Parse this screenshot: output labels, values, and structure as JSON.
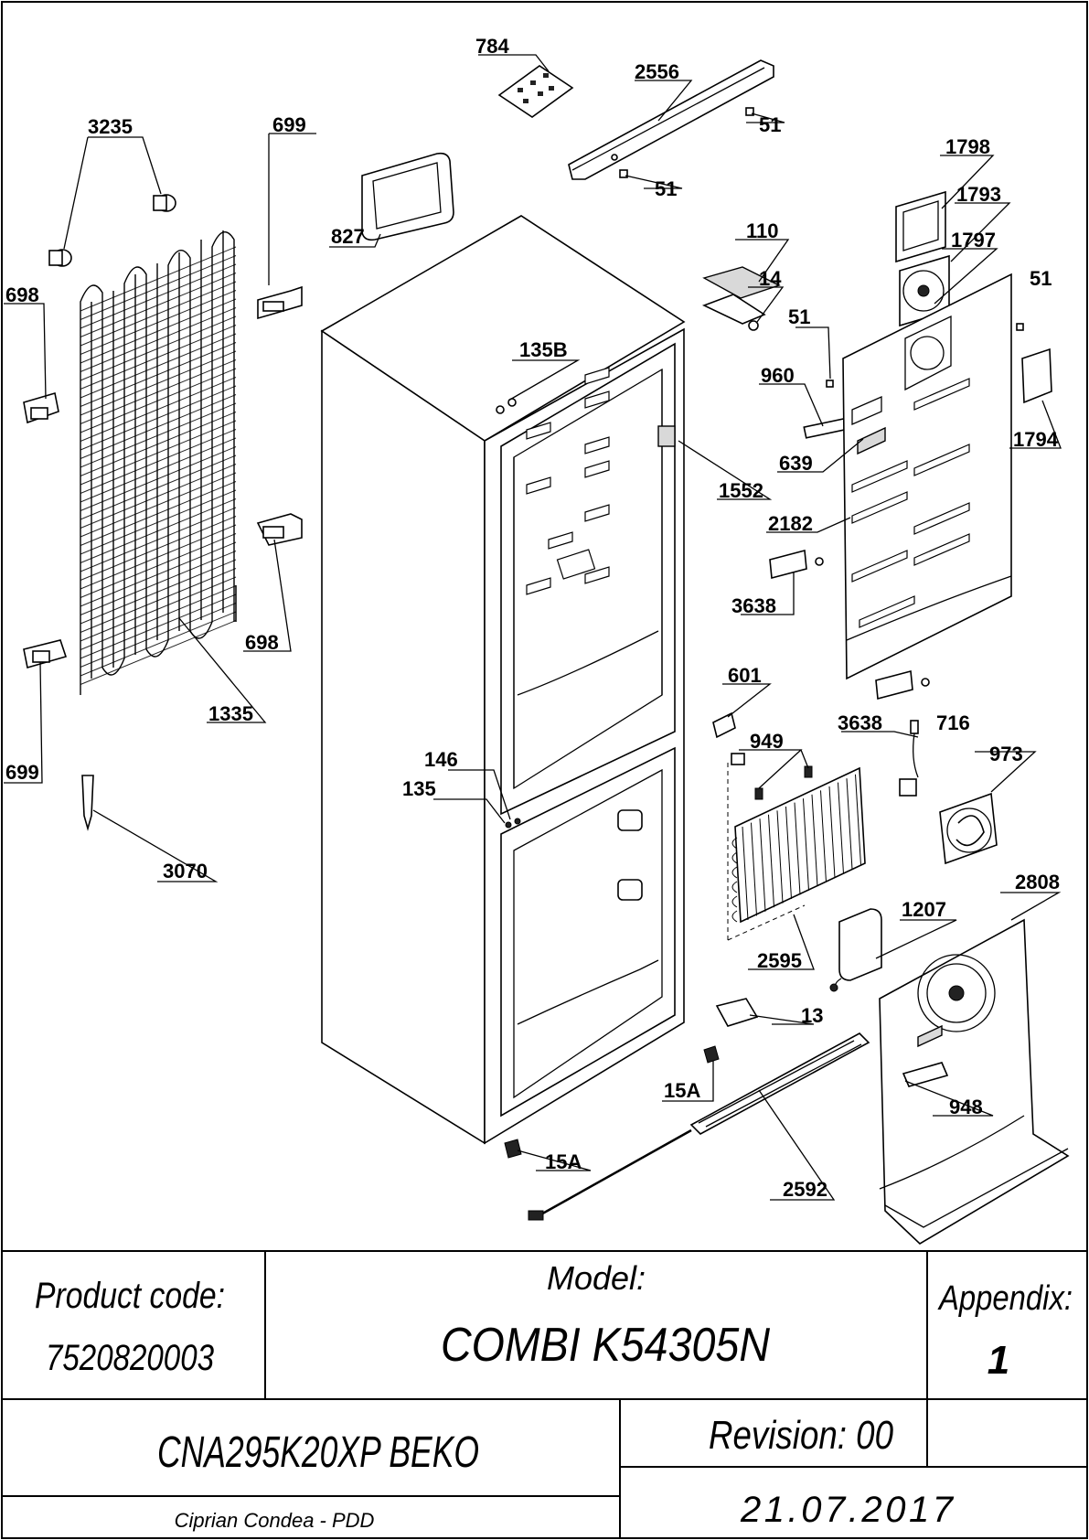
{
  "parts": {
    "p784": "784",
    "p2556": "2556",
    "p3235": "3235",
    "p699a": "699",
    "p51a": "51",
    "p51b": "51",
    "p1798": "1798",
    "p827": "827",
    "p1793": "1793",
    "p110": "110",
    "p1797": "1797",
    "p14": "14",
    "p51c": "51",
    "p51d": "51",
    "p698a": "698",
    "p135b": "135B",
    "p960": "960",
    "p639": "639",
    "p1794": "1794",
    "p1552": "1552",
    "p2182": "2182",
    "p3638a": "3638",
    "p698b": "698",
    "p1335": "1335",
    "p601": "601",
    "p3638b": "3638",
    "p716": "716",
    "p146": "146",
    "p949": "949",
    "p973": "973",
    "p699b": "699",
    "p135": "135",
    "p3070": "3070",
    "p2808": "2808",
    "p1207": "1207",
    "p2595": "2595",
    "p13": "13",
    "p15a1": "15A",
    "p948": "948",
    "p15a2": "15A",
    "p2592": "2592"
  },
  "title_block": {
    "product_code_label": "Product code:",
    "product_code": "7520820003",
    "model_label": "Model:",
    "model": "COMBI K54305N",
    "appendix_label": "Appendix:",
    "appendix": "1",
    "product_name": "CNA295K20XP BEKO",
    "revision": "Revision: 00",
    "author": "Ciprian Condea - PDD",
    "date": "21.07.2017"
  }
}
